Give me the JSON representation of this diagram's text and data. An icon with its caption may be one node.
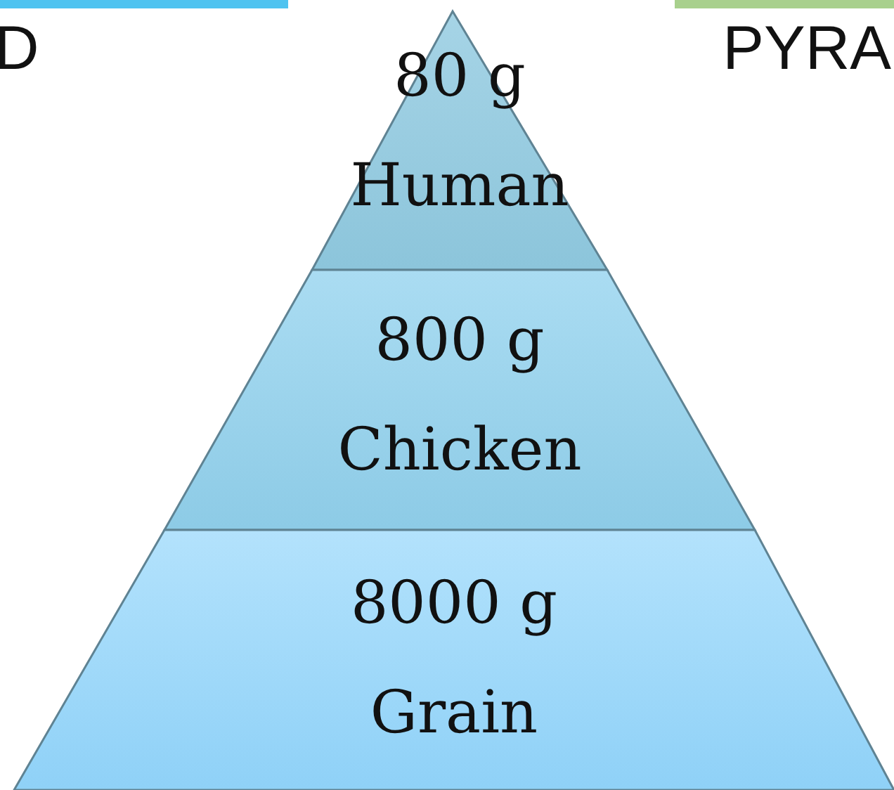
{
  "diagram": {
    "nodes": [
      {
        "text": [
          "80 g",
          "Human"
        ]
      },
      {
        "text": [
          "800 g",
          "Chicken"
        ]
      },
      {
        "text": [
          "8000 g",
          "Grain"
        ]
      }
    ],
    "labels": [
      "D",
      "PYRA"
    ]
  }
}
